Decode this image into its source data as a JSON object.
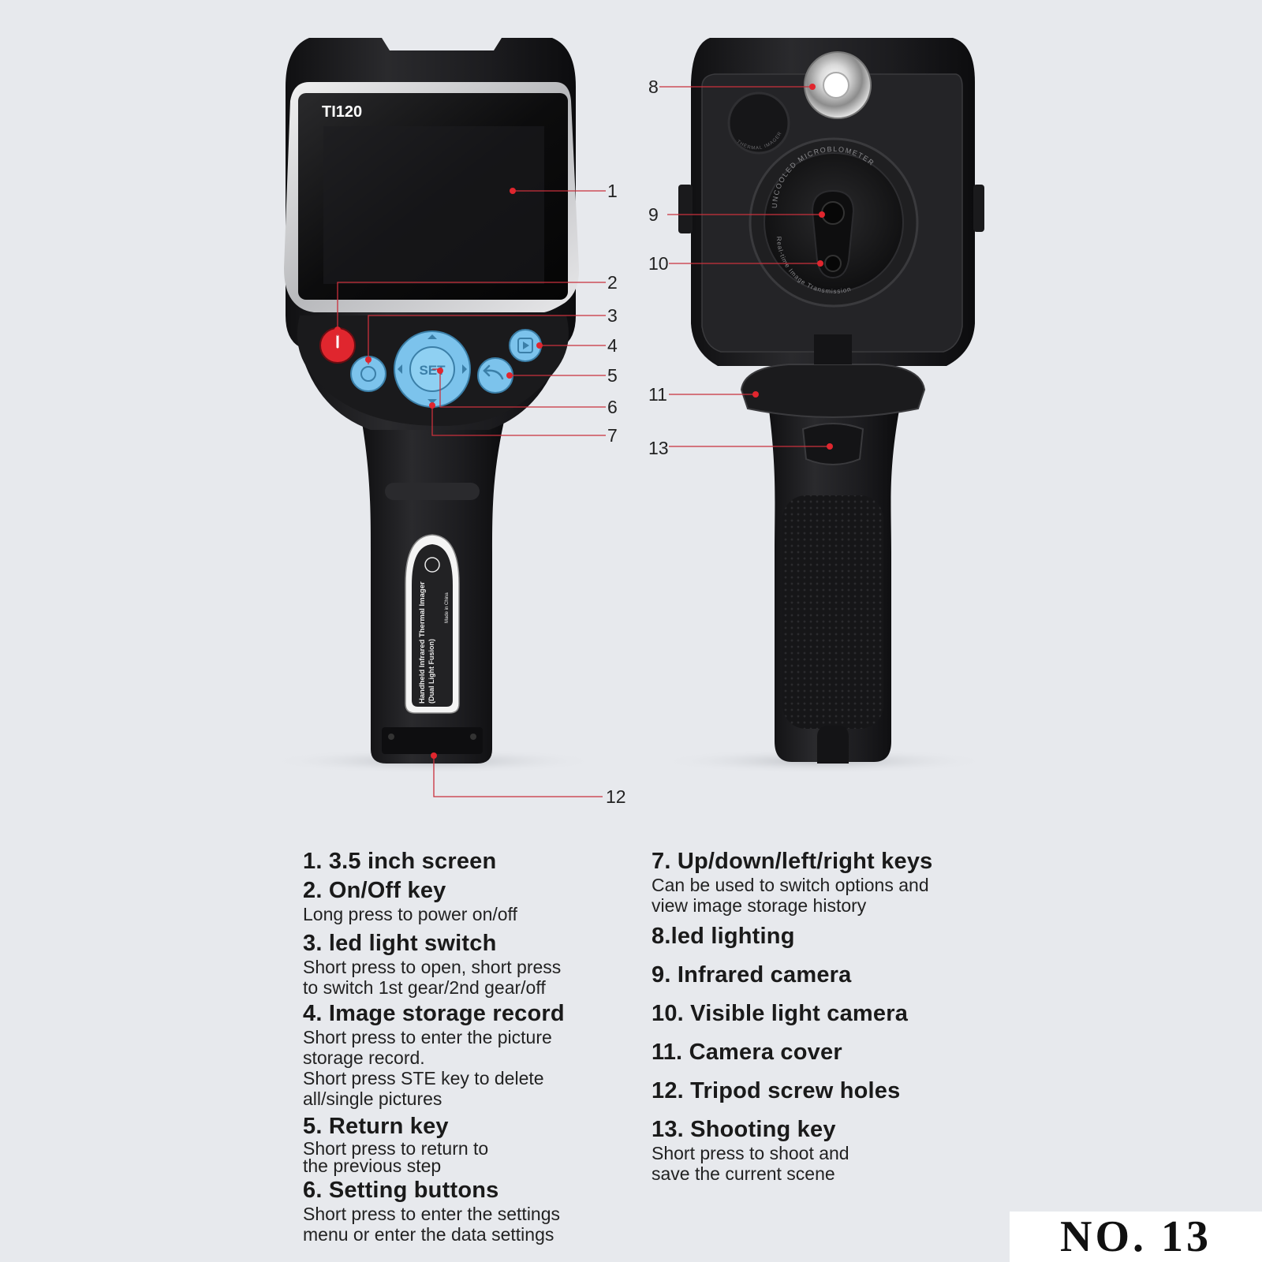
{
  "device": {
    "model": "TI120",
    "set_key": "SET",
    "lens_text": "UNCOOLED MICROBLOMETER",
    "lens_text_bottom": "Real-time Image Transmission",
    "small_lens_text": "THERMAL IMAGER",
    "label_plate": {
      "line1": "Handheld Infrared Thermal Imager",
      "line2": "(Dual Light Fusion)",
      "made_in": "Made in China"
    }
  },
  "callouts": [
    {
      "num": "1"
    },
    {
      "num": "2"
    },
    {
      "num": "3"
    },
    {
      "num": "4"
    },
    {
      "num": "5"
    },
    {
      "num": "6"
    },
    {
      "num": "7"
    },
    {
      "num": "8"
    },
    {
      "num": "9"
    },
    {
      "num": "10"
    },
    {
      "num": "11"
    },
    {
      "num": "12"
    },
    {
      "num": "13"
    }
  ],
  "legend_left": [
    {
      "title": "1. 3.5 inch screen",
      "desc": []
    },
    {
      "title": "2. On/Off key",
      "desc": [
        "Long press to power on/off"
      ]
    },
    {
      "title": "3. led light switch",
      "desc": [
        "Short press to open, short press",
        "to switch 1st gear/2nd gear/off"
      ]
    },
    {
      "title": "4. Image storage record",
      "desc": [
        "Short press to enter the picture",
        "storage record.",
        "Short press STE key to delete",
        "all/single pictures"
      ]
    },
    {
      "title": "5. Return key",
      "desc": [
        "Short press to return to",
        "the previous step"
      ]
    },
    {
      "title": "6. Setting buttons",
      "desc": [
        "Short press to enter the settings",
        "menu or enter the data settings"
      ]
    }
  ],
  "legend_right": [
    {
      "title": "7. Up/down/left/right keys",
      "desc": [
        "Can be used to switch options and",
        "view image storage history"
      ]
    },
    {
      "title": "8.led lighting",
      "desc": []
    },
    {
      "title": "9. Infrared camera",
      "desc": []
    },
    {
      "title": "10. Visible light camera",
      "desc": []
    },
    {
      "title": "11. Camera cover",
      "desc": []
    },
    {
      "title": "12. Tripod screw holes",
      "desc": []
    },
    {
      "title": "13. Shooting key",
      "desc": [
        "Short press to shoot and",
        "save the current scene"
      ]
    }
  ],
  "badge": "NO. 13",
  "colors": {
    "background": "#e7e9ed",
    "body": "#1c1c1e",
    "key_blue": "#7cc3ec",
    "key_red": "#e0262e",
    "leader": "#c9303c"
  }
}
